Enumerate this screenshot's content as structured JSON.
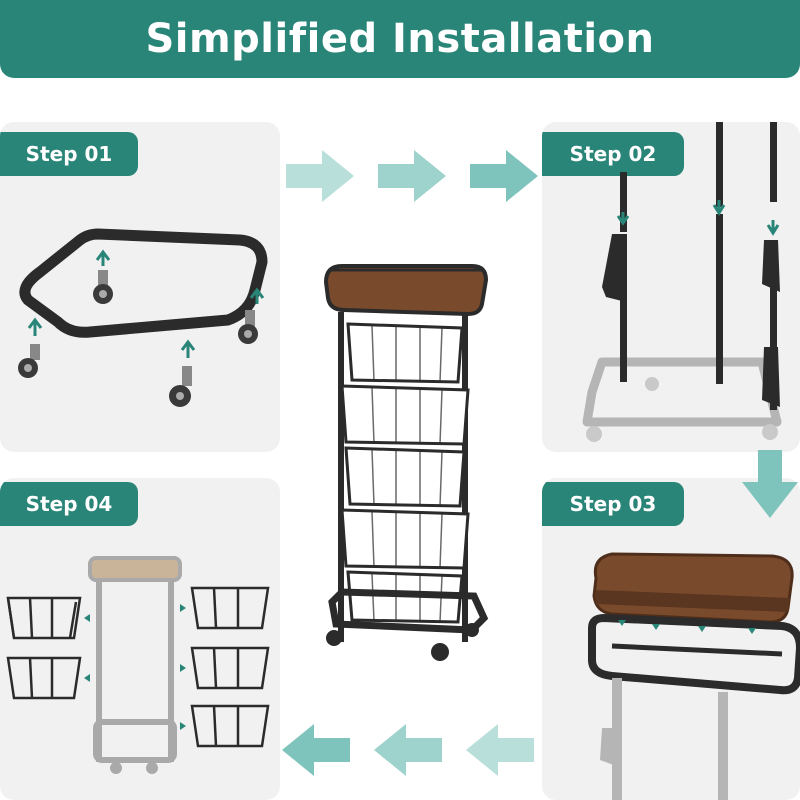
{
  "banner": {
    "title": "Simplified Installation"
  },
  "steps": {
    "step1": {
      "label": "Step 01"
    },
    "step2": {
      "label": "Step 02"
    },
    "step3": {
      "label": "Step 03"
    },
    "step4": {
      "label": "Step 04"
    }
  },
  "colors": {
    "accent": "#2a8579",
    "arrow": "#7ec4bc",
    "frame": "#2b2b2b",
    "ghost": "#a9a9a9",
    "wood": "#7a4a2c",
    "panel": "#f1f1f1"
  }
}
